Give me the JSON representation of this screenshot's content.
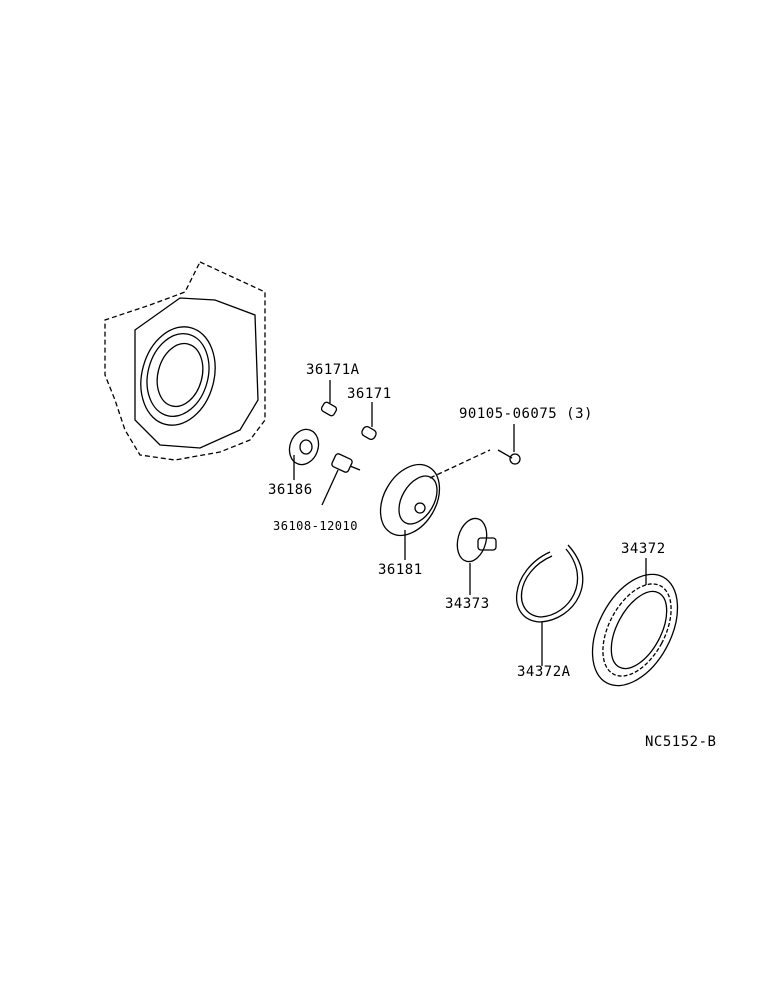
{
  "parts": [
    {
      "id": "36171A",
      "label": "36171A"
    },
    {
      "id": "36171",
      "label": "36171"
    },
    {
      "id": "90105-06075",
      "label": "90105-06075 (3)"
    },
    {
      "id": "36186",
      "label": "36186"
    },
    {
      "id": "36108-12010",
      "label": "36108-12010"
    },
    {
      "id": "36181",
      "label": "36181"
    },
    {
      "id": "34373",
      "label": "34373"
    },
    {
      "id": "34372",
      "label": "34372"
    },
    {
      "id": "34372A",
      "label": "34372A"
    }
  ],
  "diagram_code": "NC5152-B"
}
